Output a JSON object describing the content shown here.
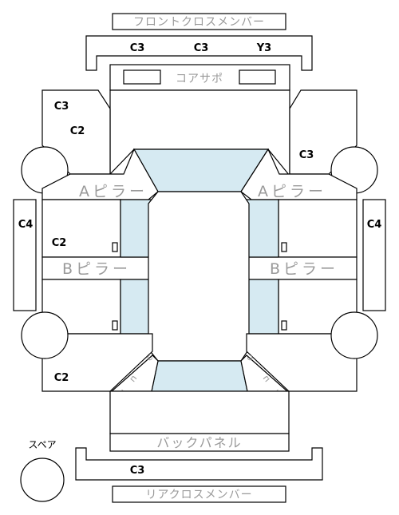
{
  "labels": {
    "front_cross_member": "フロントクロスメンバー",
    "core_support": "コアサポ",
    "a_pillar": "Aピラー",
    "b_pillar": "Bピラー",
    "back_panel": "バックパネル",
    "rear_cross_member": "リアクロスメンバー",
    "spare": "スペア",
    "under_rear_left": "ｕ　ｎ　　ｃ",
    "under_rear_right": "ｕ　ｎ　　ｃ"
  },
  "codes": {
    "front_left": "C3",
    "front_center": "C3",
    "front_right": "Y3",
    "front_left_upper": "C3",
    "front_left_inner": "C2",
    "front_right_fender": "C3",
    "side_left": "C4",
    "side_right": "C4",
    "rocker_left": "C2",
    "rear_left_quarter": "C2",
    "rear_cross": "C3"
  },
  "colors": {
    "glass": "#d6eaf2",
    "line": "#000000",
    "label_gray": "#9a9a9a"
  }
}
